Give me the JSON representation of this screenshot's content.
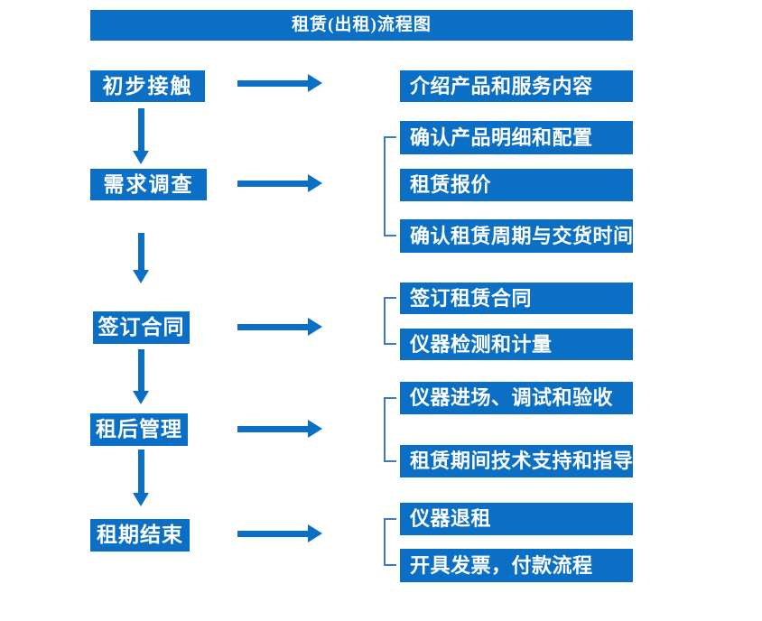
{
  "title": "租赁(出租)流程图",
  "colors": {
    "primary_blue": "#0B70C5",
    "bracket_blue": "#3D79BE",
    "text_white": "#FFFFFF",
    "background": "#FFFFFF"
  },
  "stages": [
    {
      "label": "初步接触",
      "details": [
        "介绍产品和服务内容"
      ]
    },
    {
      "label": "需求调查",
      "details": [
        "确认产品明细和配置",
        "租赁报价",
        "确认租赁周期与交货时间"
      ]
    },
    {
      "label": "签订合同",
      "details": [
        "签订租赁合同",
        "仪器检测和计量"
      ]
    },
    {
      "label": "租后管理",
      "details": [
        "仪器进场、调试和验收",
        "租赁期间技术支持和指导"
      ]
    },
    {
      "label": "租期结束",
      "details": [
        "仪器退租",
        "开具发票，付款流程"
      ]
    }
  ]
}
